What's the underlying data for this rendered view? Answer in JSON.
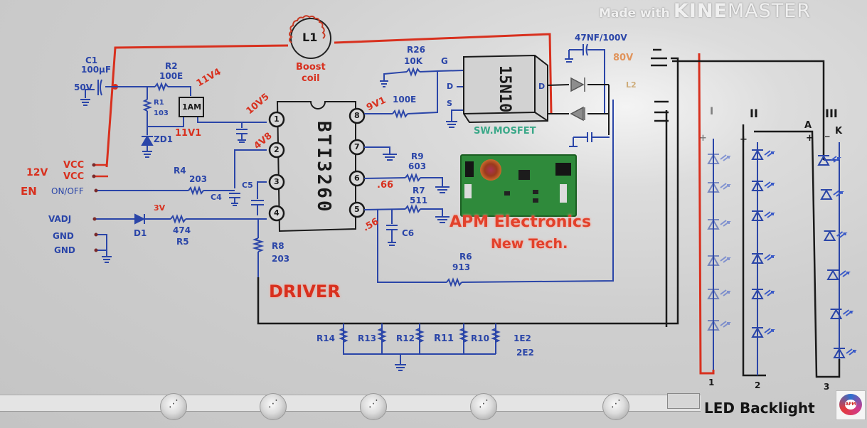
{
  "watermark": {
    "made_with": "Made with",
    "brand_bold": "KINE",
    "brand_light": "MASTER"
  },
  "inductor": {
    "ref": "L1",
    "caption_line1": "Boost",
    "caption_line2": "coil"
  },
  "input_section": {
    "c1": {
      "ref": "C1",
      "value": "100µF",
      "voltage": "50V"
    },
    "r2": {
      "ref": "R2",
      "value": "100E"
    },
    "r1": {
      "ref": "R1",
      "value": "103"
    },
    "regulator": {
      "ref": "1AM"
    },
    "zener": {
      "ref": "ZD1"
    },
    "v_reg_in": "11V4",
    "v_zener": "11V1",
    "v_pin1": "10V5",
    "v_pin2": "4V8",
    "supply_label": "12V",
    "vcc1": "VCC",
    "vcc2": "VCC",
    "en_label": "EN",
    "onoff_label": "ON/OFF",
    "vadj_label": "VADJ",
    "gnd1": "GND",
    "gnd2": "GND",
    "r4": {
      "ref": "R4",
      "value": "203"
    },
    "c4": {
      "ref": "C4"
    },
    "c5": {
      "ref": "C5"
    },
    "d1": {
      "ref": "D1"
    },
    "v_d1": "3V",
    "r5": {
      "ref": "R5",
      "value": "474"
    },
    "r8": {
      "ref": "R8",
      "value": "203"
    }
  },
  "ic": {
    "name": "BTI3260",
    "pins": [
      "1",
      "2",
      "3",
      "4",
      "5",
      "6",
      "7",
      "8"
    ]
  },
  "output_section": {
    "r26": {
      "ref": "R26",
      "value": "10K"
    },
    "gate_res": {
      "value": "100E"
    },
    "v_pin8": "9V1",
    "r9": {
      "ref": "R9",
      "value": "603"
    },
    "v_pin6": ".66",
    "r7": {
      "ref": "R7",
      "value": "511"
    },
    "v_pin5": ".56",
    "c6": {
      "ref": "C6"
    },
    "r6": {
      "ref": "R6",
      "value": "913"
    },
    "mosfet": {
      "name": "15N10",
      "gate": "G",
      "drain": "D",
      "source": "S",
      "drain_right": "D",
      "caption": "SW.MOSFET"
    },
    "out_cap": {
      "value": "47NF/100V"
    },
    "v_out": "80V",
    "l2": {
      "ref": "L2"
    }
  },
  "sense_resistors": {
    "refs": [
      "R14",
      "R13",
      "R12",
      "R11",
      "R10"
    ],
    "values": [
      "1E2",
      "2E2"
    ]
  },
  "driver_label": "DRIVER",
  "pcb_caption": {
    "line1": "APM Electronics",
    "line2": "New Tech."
  },
  "led_strings": {
    "roman": [
      "I",
      "II",
      "III"
    ],
    "numbers": [
      "1",
      "2",
      "3"
    ],
    "anode": "A",
    "cathode": "K",
    "plus": "+",
    "minus": "_",
    "title": "LED Backlight"
  },
  "colors": {
    "wire_blue": "#2a45a8",
    "wire_red": "#d8301e",
    "wire_black": "#1a1a1a",
    "mosfet_caption": "#3aa888",
    "pcb_green": "#2f8a3b"
  }
}
